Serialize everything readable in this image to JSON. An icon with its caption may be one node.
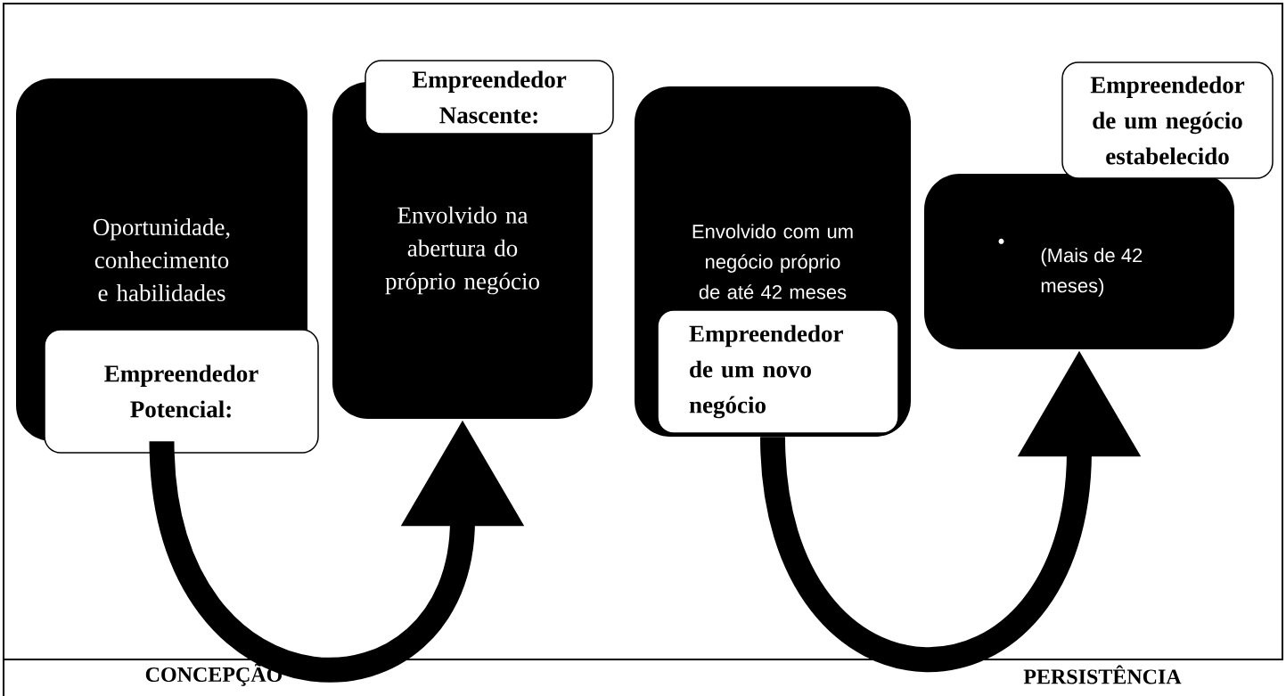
{
  "diagram": {
    "nodes": [
      {
        "text": [
          "Oportunidade, conhecimento e habilidades"
        ]
      },
      {
        "text": [
          "Empreendedor Potencial:"
        ]
      },
      {
        "text": [
          "Envolvido na abertura do próprio negócio"
        ]
      },
      {
        "text": [
          "Empreendedor Nascente:"
        ]
      },
      {
        "text": [
          "Envolvido com um negócio próprio de até 42 meses"
        ]
      },
      {
        "text": [
          "Empreendedor de um novo negócio"
        ],
        "in": 4
      },
      {
        "text": [
          "•",
          "(Mais de 42 meses)"
        ]
      },
      {
        "text": [
          "Empreendedor de um negócio estabelecido"
        ]
      }
    ],
    "edges": [
      {
        "from": 0,
        "to": 2,
        "arrow": "to"
      },
      {
        "from": 4,
        "to": 6,
        "arrow": "to"
      }
    ],
    "labels": [
      "CONCEPÇÃO",
      "PERSISTÊNCIA"
    ]
  }
}
